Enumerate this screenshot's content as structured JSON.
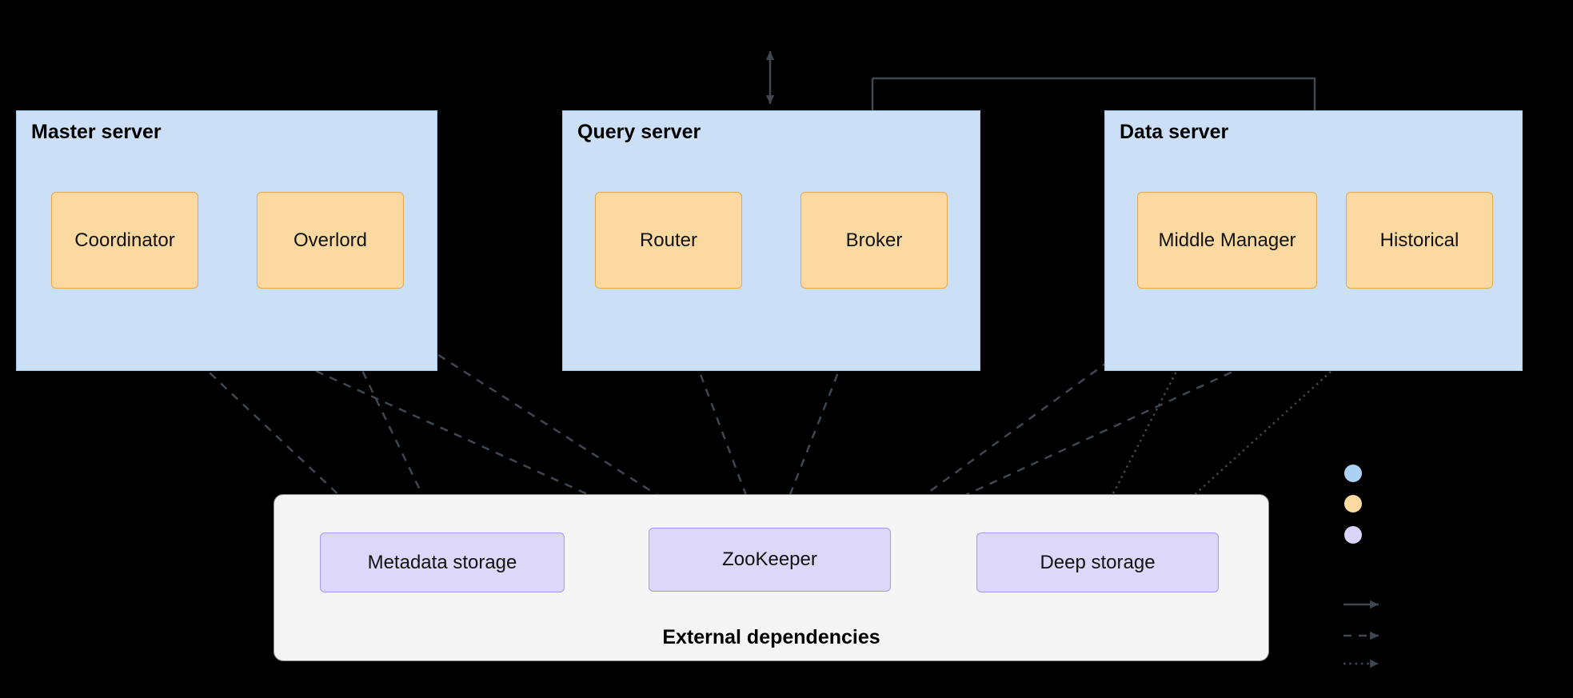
{
  "colors": {
    "background": "#000000",
    "server_fill": "#cbdff7",
    "server_border": "#9ec7f0",
    "process_fill": "#fcd9a0",
    "process_border": "#e2a94f",
    "storage_fill": "#ddd8f9",
    "storage_border": "#a49af0",
    "external_fill": "#f5f5f5",
    "external_border": "#8a8a8a",
    "arrow": "#3f4750",
    "text": "#111111"
  },
  "servers": [
    {
      "title": "Master server",
      "processes": [
        "Coordinator",
        "Overlord"
      ]
    },
    {
      "title": "Query server",
      "processes": [
        "Router",
        "Broker"
      ]
    },
    {
      "title": "Data server",
      "processes": [
        "Middle Manager",
        "Historical"
      ]
    }
  ],
  "external": {
    "title": "External dependencies",
    "items": [
      "Metadata storage",
      "ZooKeeper",
      "Deep storage"
    ]
  },
  "legend": {
    "dots": [
      {
        "name": "server-color",
        "color": "#abd2f5"
      },
      {
        "name": "process-color",
        "color": "#fcd9a0"
      },
      {
        "name": "external-color",
        "color": "#d9d4f8"
      }
    ],
    "line_styles": [
      "solid",
      "dashed",
      "dotted"
    ]
  }
}
